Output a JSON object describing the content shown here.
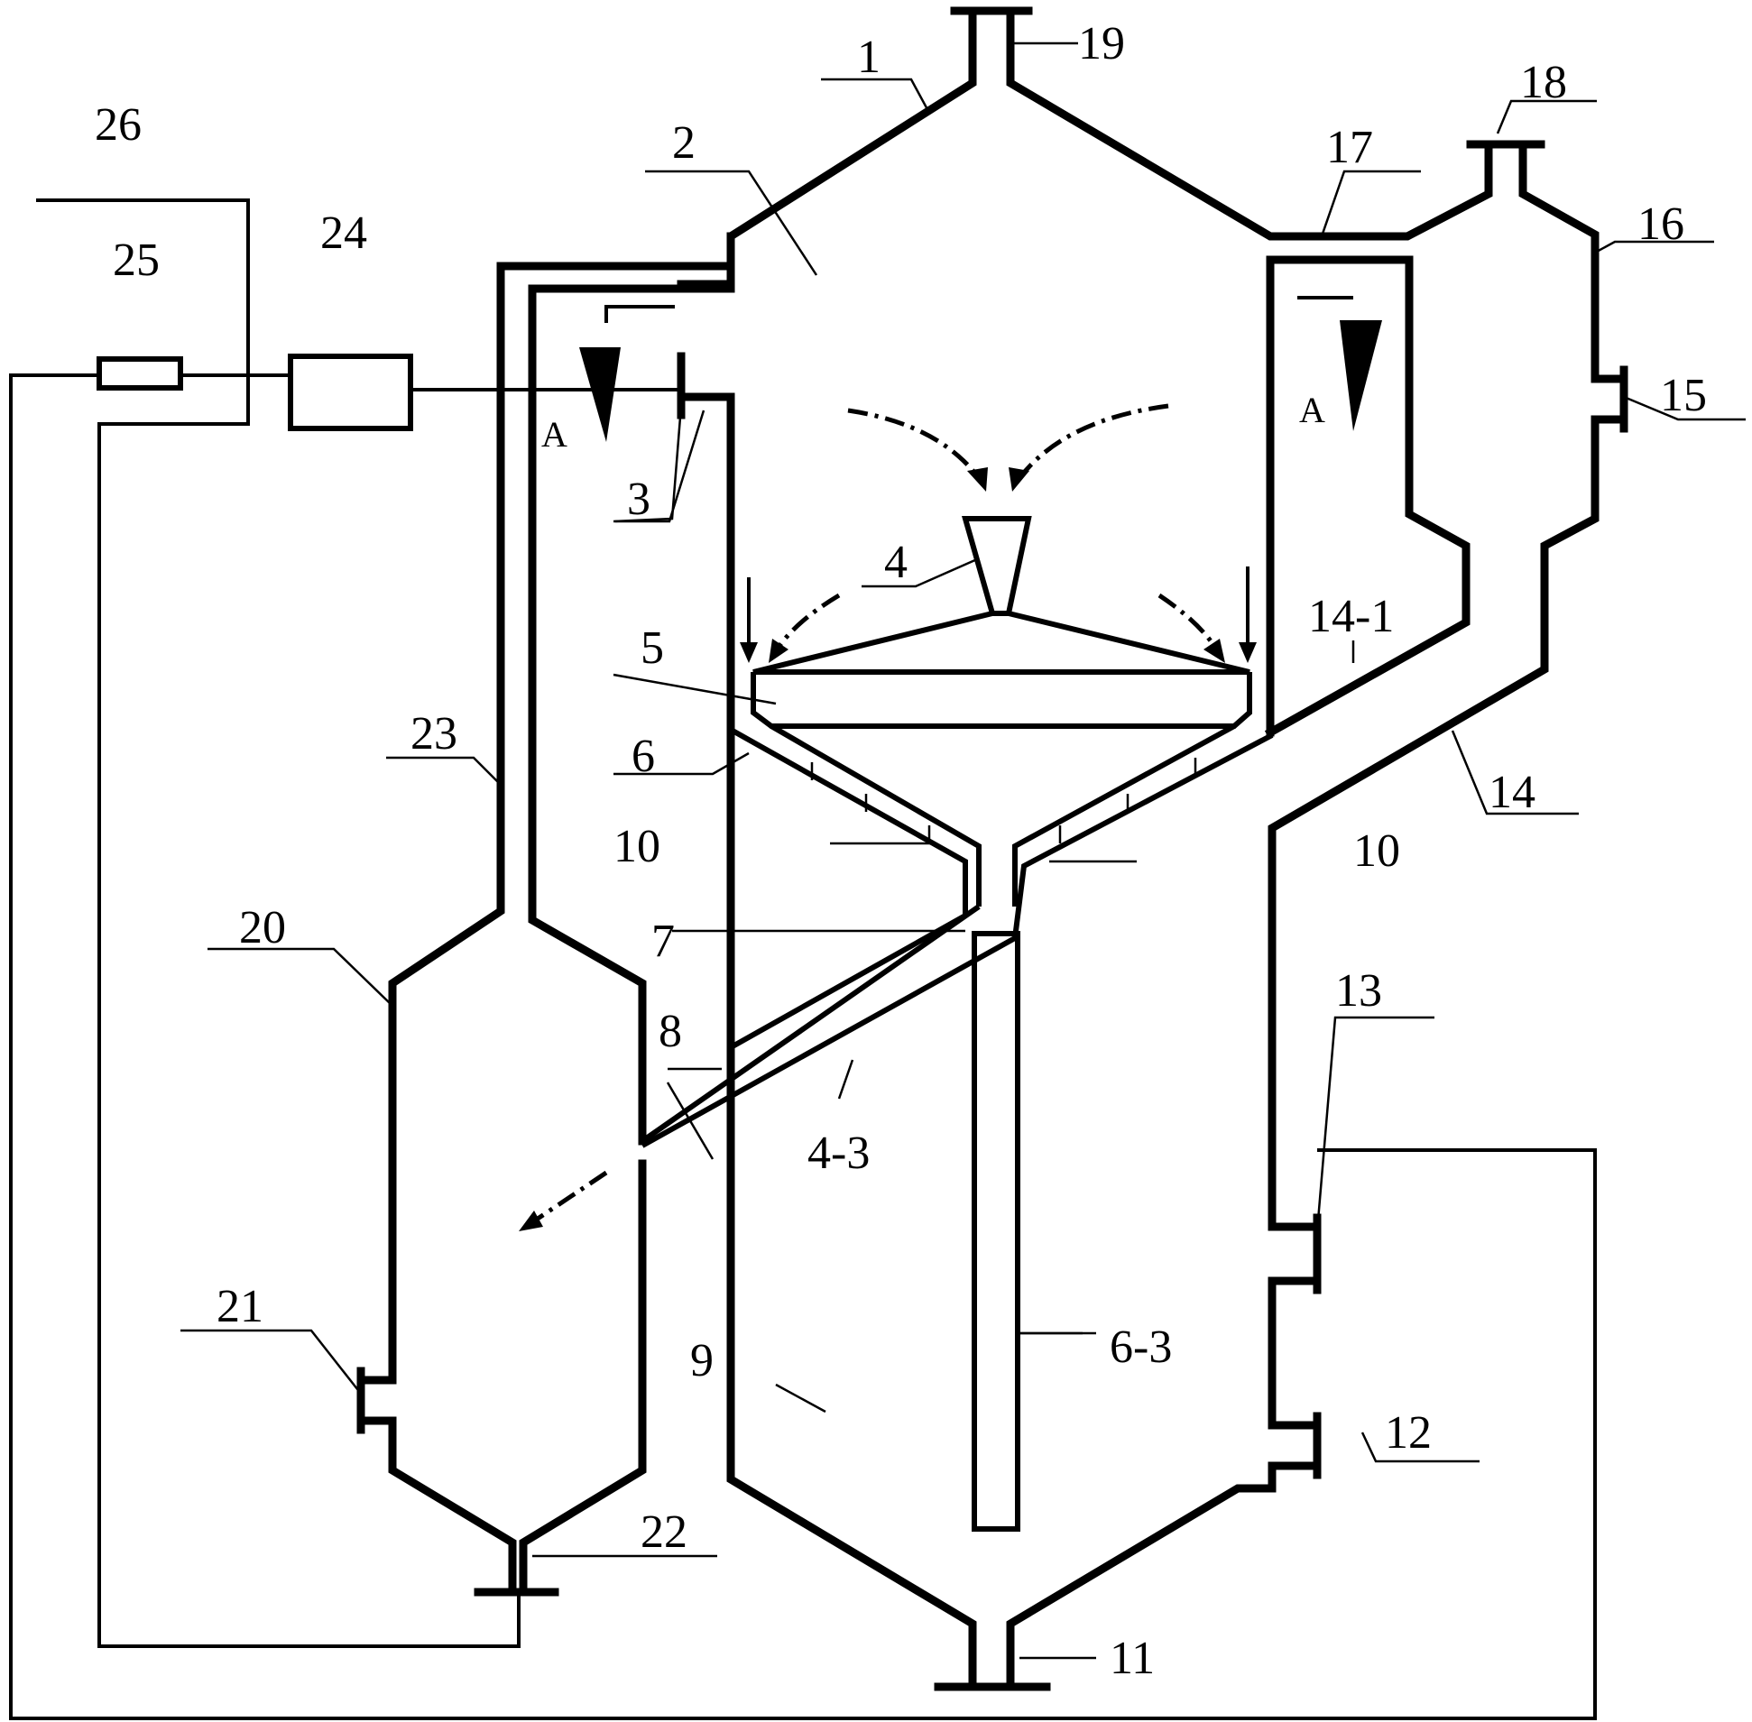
{
  "diagram": {
    "callouts": {
      "n1": "1",
      "n2": "2",
      "n3": "3",
      "n4": "4",
      "n5": "5",
      "n6": "6",
      "n7": "7",
      "n8": "8",
      "n9": "9",
      "n10a": "10",
      "n10b": "10",
      "n11": "11",
      "n12": "12",
      "n13": "13",
      "n14": "14",
      "n14_1": "14-1",
      "n15": "15",
      "n16": "16",
      "n17": "17",
      "n18": "18",
      "n19": "19",
      "n20": "20",
      "n21": "21",
      "n22": "22",
      "n23": "23",
      "n24": "24",
      "n25": "25",
      "n26": "26",
      "n4_3": "4-3",
      "n6_3": "6-3"
    },
    "section_marks": {
      "left": "A",
      "right": "A"
    },
    "colors": {
      "line": "#000000",
      "background": "#ffffff"
    }
  }
}
